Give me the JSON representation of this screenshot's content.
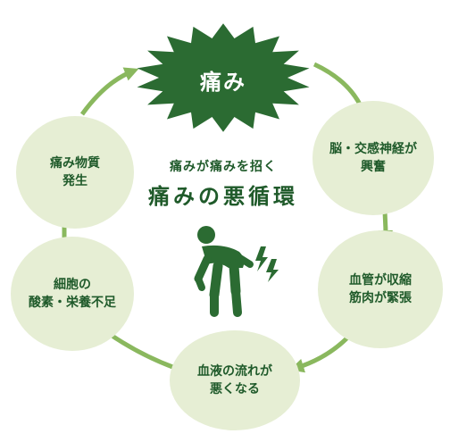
{
  "burst": {
    "label": "痛み",
    "color": "#2b6b32"
  },
  "center": {
    "subtitle": "痛みが痛みを招く",
    "title": "痛みの悪循環"
  },
  "nodes": [
    {
      "lines": [
        "脳・交感神経が",
        "興奮"
      ]
    },
    {
      "lines": [
        "血管が収縮",
        "筋肉が緊張"
      ]
    },
    {
      "lines": [
        "血液の流れが",
        "悪くなる"
      ]
    },
    {
      "lines": [
        "細胞の",
        "酸素・栄養不足"
      ]
    },
    {
      "lines": [
        "痛み物質",
        "発生"
      ]
    }
  ],
  "colors": {
    "node_fill": "#e6eed4",
    "arrow": "#8ab85e",
    "text": "#1f5a2a",
    "figure": "#2b6b32"
  },
  "icons": [
    "pain-burst-icon",
    "person-back-pain-icon",
    "lightning-icon",
    "arrow-icon"
  ]
}
